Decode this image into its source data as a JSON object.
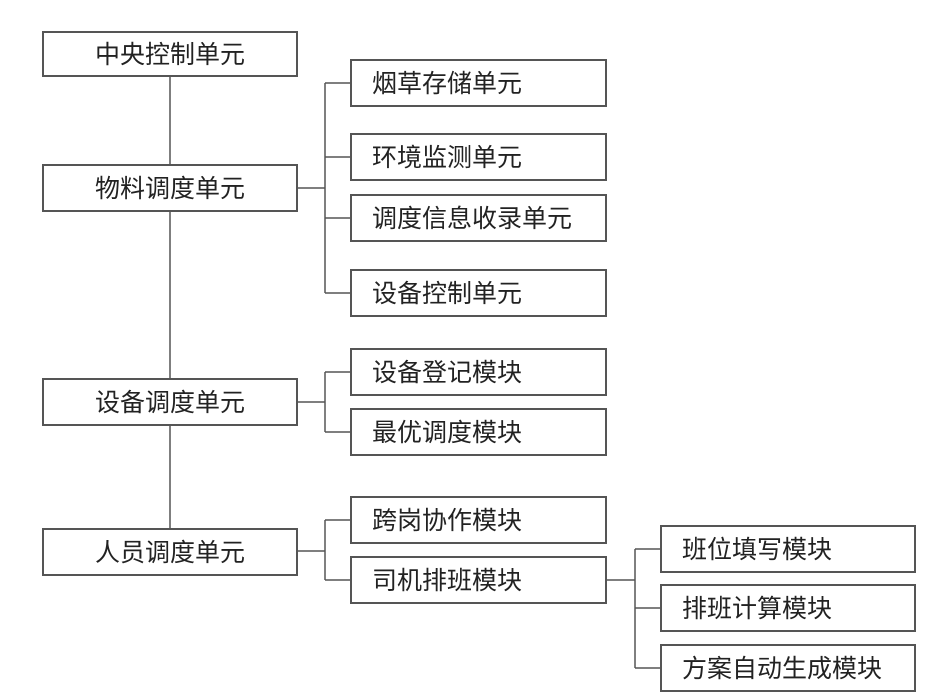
{
  "diagram": {
    "central": "中央控制单元",
    "material": {
      "label": "物料调度单元",
      "children": [
        "烟草存储单元",
        "环境监测单元",
        "调度信息收录单元",
        "设备控制单元"
      ]
    },
    "equipment": {
      "label": "设备调度单元",
      "children": [
        "设备登记模块",
        "最优调度模块"
      ]
    },
    "personnel": {
      "label": "人员调度单元",
      "children": [
        "跨岗协作模块",
        "司机排班模块"
      ]
    },
    "driver_schedule": {
      "children": [
        "班位填写模块",
        "排班计算模块",
        "方案自动生成模块"
      ]
    }
  }
}
